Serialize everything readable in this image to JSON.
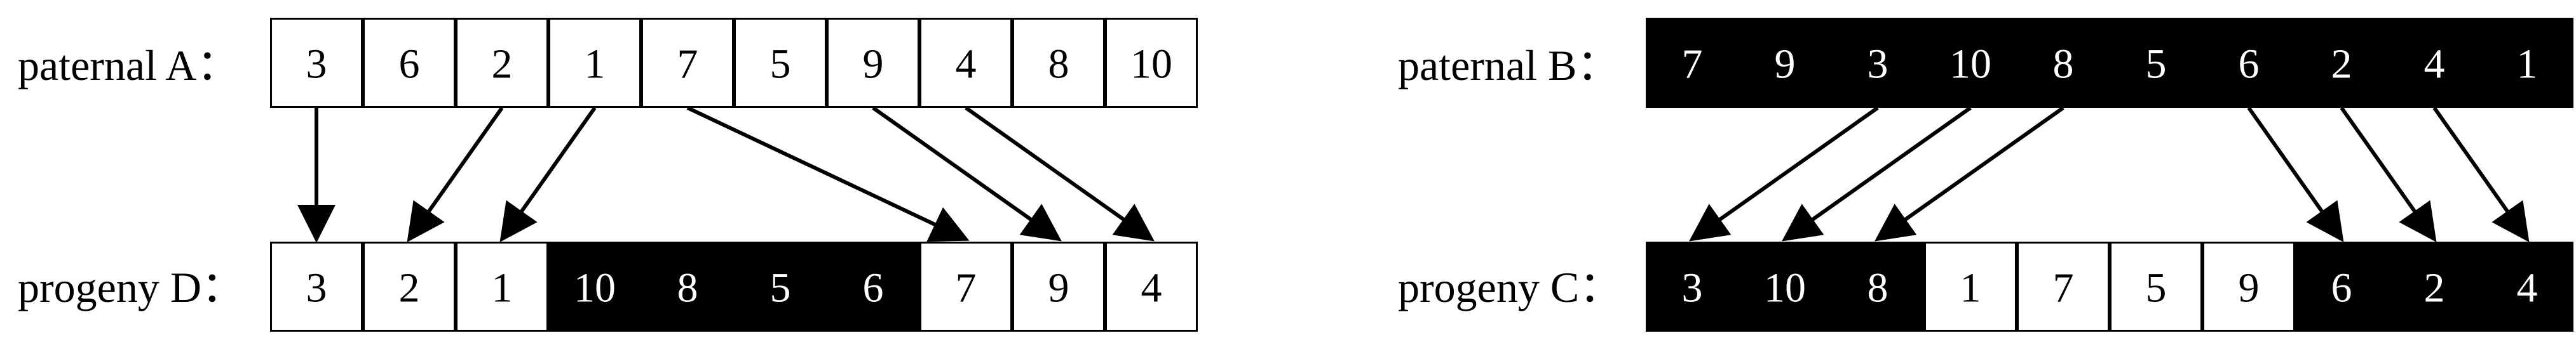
{
  "colors": {
    "dark": "#000000",
    "light": "#ffffff"
  },
  "left": {
    "parent_label": "paternal A：",
    "child_label": "progeny D：",
    "parent": [
      {
        "v": "3",
        "dark": false
      },
      {
        "v": "6",
        "dark": false
      },
      {
        "v": "2",
        "dark": false
      },
      {
        "v": "1",
        "dark": false
      },
      {
        "v": "7",
        "dark": false
      },
      {
        "v": "5",
        "dark": false
      },
      {
        "v": "9",
        "dark": false
      },
      {
        "v": "4",
        "dark": false
      },
      {
        "v": "8",
        "dark": false
      },
      {
        "v": "10",
        "dark": false
      }
    ],
    "child": [
      {
        "v": "3",
        "dark": false
      },
      {
        "v": "2",
        "dark": false
      },
      {
        "v": "1",
        "dark": false
      },
      {
        "v": "10",
        "dark": true
      },
      {
        "v": "8",
        "dark": true
      },
      {
        "v": "5",
        "dark": true
      },
      {
        "v": "6",
        "dark": true
      },
      {
        "v": "7",
        "dark": false
      },
      {
        "v": "9",
        "dark": false
      },
      {
        "v": "4",
        "dark": false
      }
    ],
    "arrows": [
      [
        0,
        0
      ],
      [
        2,
        1
      ],
      [
        3,
        2
      ],
      [
        4,
        7
      ],
      [
        6,
        8
      ],
      [
        7,
        9
      ]
    ]
  },
  "right": {
    "parent_label": "paternal B：",
    "child_label": "progeny C：",
    "parent": [
      {
        "v": "7",
        "dark": true
      },
      {
        "v": "9",
        "dark": true
      },
      {
        "v": "3",
        "dark": true
      },
      {
        "v": "10",
        "dark": true
      },
      {
        "v": "8",
        "dark": true
      },
      {
        "v": "5",
        "dark": true
      },
      {
        "v": "6",
        "dark": true
      },
      {
        "v": "2",
        "dark": true
      },
      {
        "v": "4",
        "dark": true
      },
      {
        "v": "1",
        "dark": true
      }
    ],
    "child": [
      {
        "v": "3",
        "dark": true
      },
      {
        "v": "10",
        "dark": true
      },
      {
        "v": "8",
        "dark": true
      },
      {
        "v": "1",
        "dark": false
      },
      {
        "v": "7",
        "dark": false
      },
      {
        "v": "5",
        "dark": false
      },
      {
        "v": "9",
        "dark": false
      },
      {
        "v": "6",
        "dark": true
      },
      {
        "v": "2",
        "dark": true
      },
      {
        "v": "4",
        "dark": true
      }
    ],
    "arrows": [
      [
        2,
        0
      ],
      [
        3,
        1
      ],
      [
        4,
        2
      ],
      [
        6,
        7
      ],
      [
        7,
        8
      ],
      [
        8,
        9
      ]
    ]
  }
}
